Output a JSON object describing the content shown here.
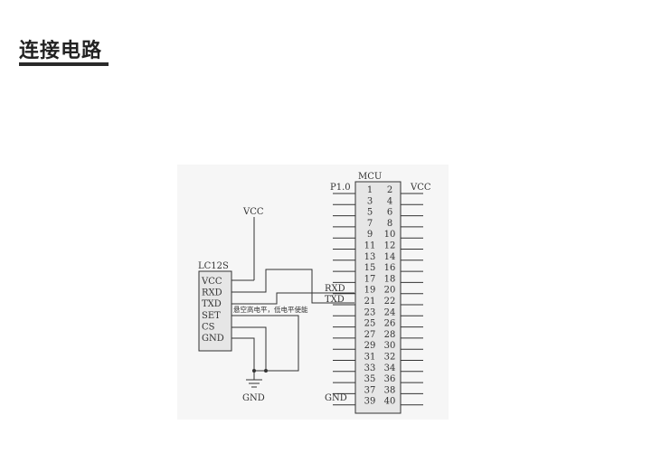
{
  "header": {
    "title": "连接电路"
  },
  "diagram": {
    "vcc_top": "VCC",
    "gnd_bottom": "GND",
    "module_name": "LC12S",
    "module_pins": [
      "VCC",
      "RXD",
      "TXD",
      "SET",
      "CS",
      "GND"
    ],
    "note": "悬空高电平，低电平使能",
    "mcu_name": "MCU",
    "mcu_left_numbers": [
      "1",
      "3",
      "5",
      "7",
      "9",
      "11",
      "13",
      "15",
      "17",
      "19",
      "21",
      "23",
      "25",
      "27",
      "29",
      "31",
      "33",
      "35",
      "37",
      "39"
    ],
    "mcu_right_numbers": [
      "2",
      "4",
      "6",
      "8",
      "10",
      "12",
      "14",
      "16",
      "18",
      "20",
      "22",
      "24",
      "26",
      "28",
      "30",
      "32",
      "34",
      "36",
      "38",
      "40"
    ],
    "mcu_left_labels": {
      "p10": "P1.0",
      "rxd": "RXD",
      "txd": "TXD",
      "gnd": "GND"
    },
    "mcu_right_labels": {
      "vcc": "VCC"
    }
  },
  "colors": {
    "line": "#333333",
    "box_fill": "#e6e6e6",
    "diagram_bg": "#f6f6f6"
  }
}
